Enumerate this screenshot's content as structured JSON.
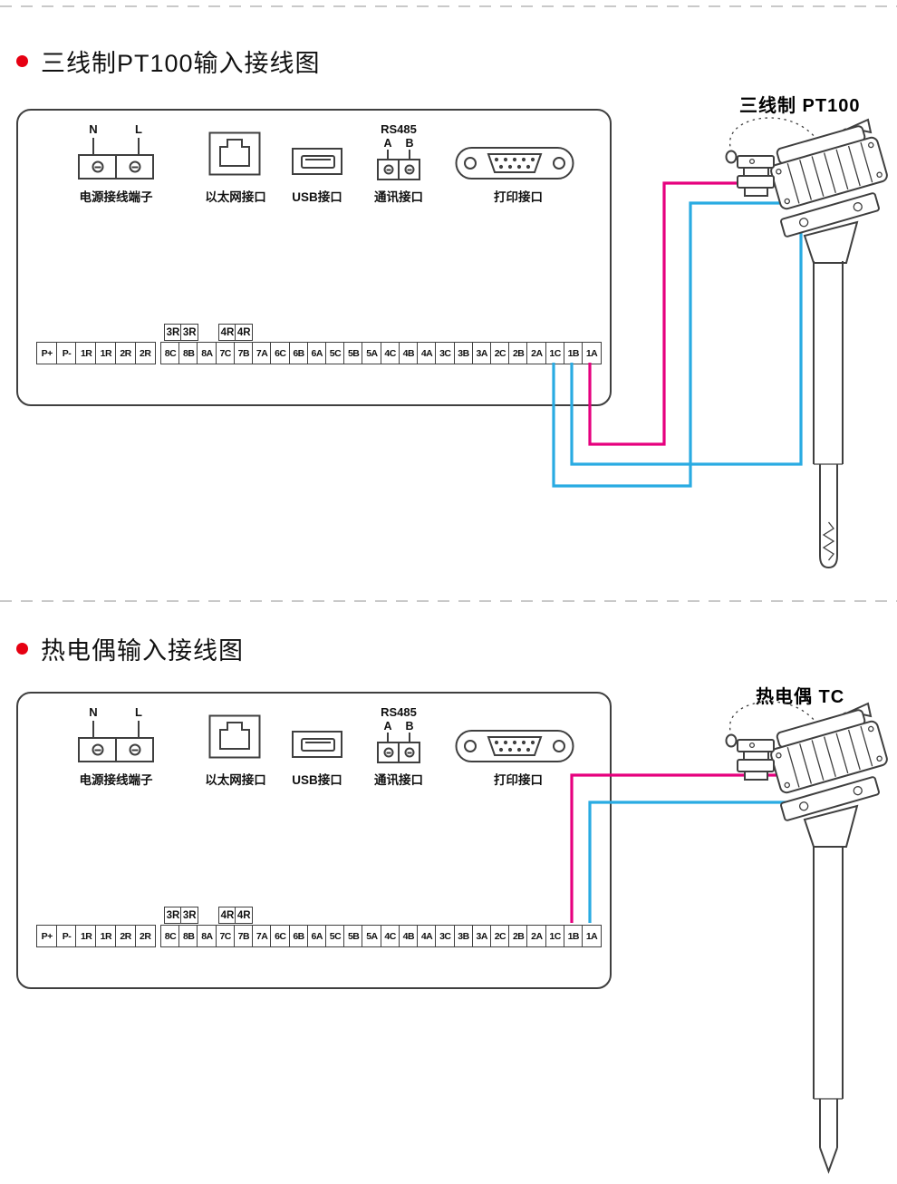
{
  "colors": {
    "wire_magenta": "#e6007e",
    "wire_cyan": "#29abe2",
    "line": "#3f3f3f",
    "bullet_red": "#e60012"
  },
  "sections": [
    {
      "title": "三线制PT100输入接线图",
      "sensor_label": "三线制 PT100"
    },
    {
      "title": "热电偶输入接线图",
      "sensor_label": "热电偶 TC"
    }
  ],
  "panel": {
    "power": {
      "label": "电源接线端子",
      "pins": [
        "N",
        "L"
      ]
    },
    "ethernet": {
      "label": "以太网接口"
    },
    "usb": {
      "label": "USB接口"
    },
    "comm": {
      "label": "通讯接口",
      "bus": "RS485",
      "pins": [
        "A",
        "B"
      ]
    },
    "printer": {
      "label": "打印接口"
    },
    "relay_a": [
      "3R",
      "3R"
    ],
    "relay_b": [
      "4R",
      "4R"
    ],
    "aux_terminals": [
      "P+",
      "P-",
      "1R",
      "1R",
      "2R",
      "2R"
    ],
    "main_terminals": [
      "8C",
      "8B",
      "8A",
      "7C",
      "7B",
      "7A",
      "6C",
      "6B",
      "6A",
      "5C",
      "5B",
      "5A",
      "4C",
      "4B",
      "4A",
      "3C",
      "3B",
      "3A",
      "2C",
      "2B",
      "2A",
      "1C",
      "1B",
      "1A"
    ]
  }
}
